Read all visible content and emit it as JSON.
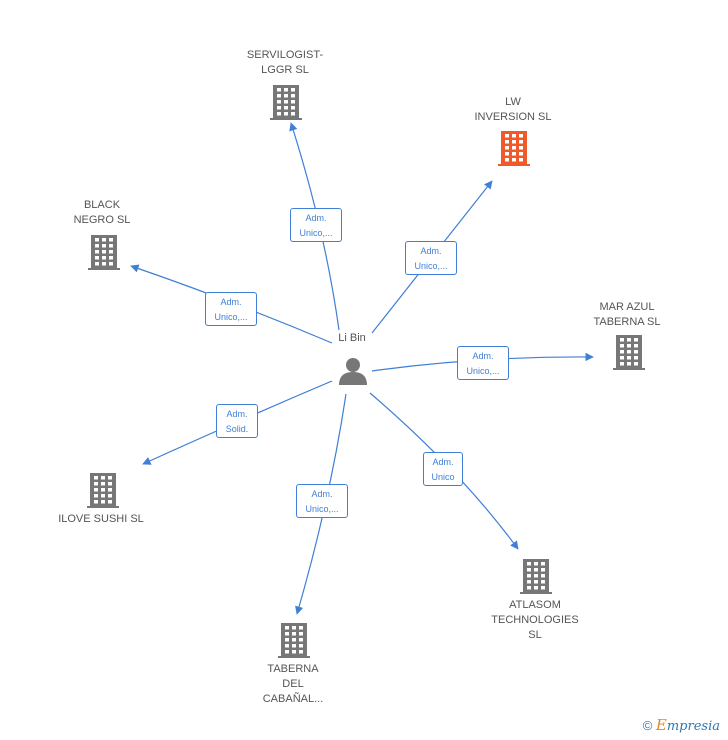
{
  "center": {
    "label": "Li Bin",
    "icon": "person-icon"
  },
  "colors": {
    "edge": "#3f7fd6",
    "building": "#777777",
    "highlight": "#f05a28"
  },
  "companies": [
    {
      "id": "servilogist",
      "label": "SERVILOGIST-\nLGGR SL",
      "role": "Adm.\nUnico,...",
      "highlight": false
    },
    {
      "id": "lw-inversion",
      "label": "LW\nINVERSION  SL",
      "role": "Adm.\nUnico,...",
      "highlight": true
    },
    {
      "id": "black-negro",
      "label": "BLACK\nNEGRO  SL",
      "role": "Adm.\nUnico,...",
      "highlight": false
    },
    {
      "id": "mar-azul",
      "label": "MAR AZUL\nTABERNA  SL",
      "role": "Adm.\nUnico,...",
      "highlight": false
    },
    {
      "id": "ilove-sushi",
      "label": "ILOVE SUSHI SL",
      "role": "Adm.\nSolid.",
      "highlight": false
    },
    {
      "id": "atlasom",
      "label": "ATLASOM\nTECHNOLOGIES\nSL",
      "role": "Adm.\nUnico",
      "highlight": false
    },
    {
      "id": "taberna-cabanal",
      "label": "TABERNA\nDEL\nCABAÑAL...",
      "role": "Adm.\nUnico,...",
      "highlight": false
    }
  ],
  "footer": {
    "copyright_symbol": "©",
    "brand_initial": "E",
    "brand_rest": "mpresia"
  }
}
